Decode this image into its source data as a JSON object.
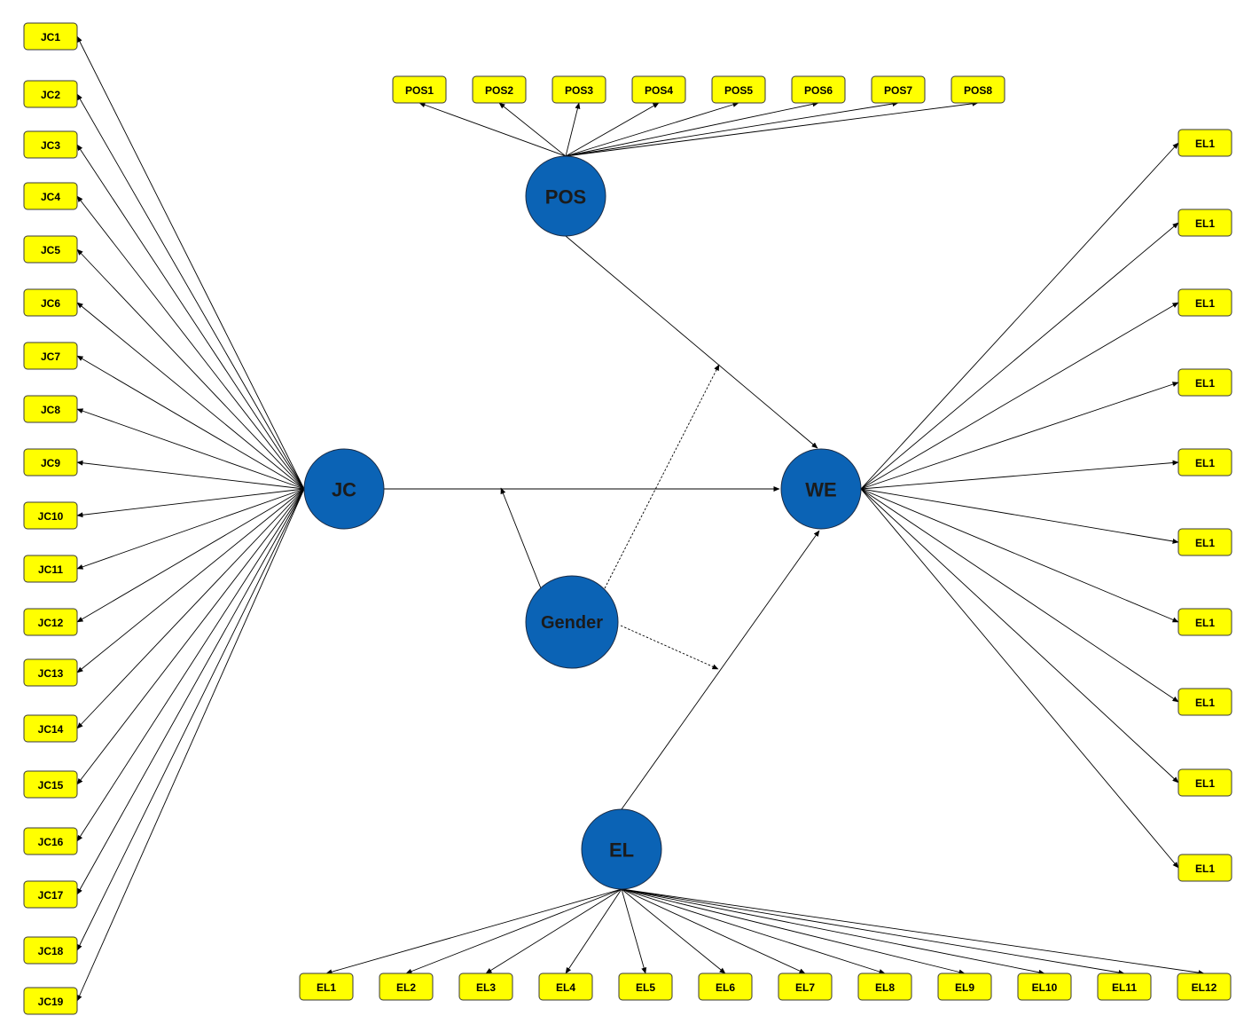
{
  "latents": {
    "jc": "JC",
    "pos": "POS",
    "we": "WE",
    "gender": "Gender",
    "el": "EL"
  },
  "jc_indicators": [
    "JC1",
    "JC2",
    "JC3",
    "JC4",
    "JC5",
    "JC6",
    "JC7",
    "JC8",
    "JC9",
    "JC10",
    "JC11",
    "JC12",
    "JC13",
    "JC14",
    "JC15",
    "JC16",
    "JC17",
    "JC18",
    "JC19"
  ],
  "pos_indicators": [
    "POS1",
    "POS2",
    "POS3",
    "POS4",
    "POS5",
    "POS6",
    "POS7",
    "POS8"
  ],
  "we_indicators": [
    "EL1",
    "EL1",
    "EL1",
    "EL1",
    "EL1",
    "EL1",
    "EL1",
    "EL1",
    "EL1",
    "EL1"
  ],
  "el_indicators": [
    "EL1",
    "EL2",
    "EL3",
    "EL4",
    "EL5",
    "EL6",
    "EL7",
    "EL8",
    "EL9",
    "EL10",
    "EL11",
    "EL12"
  ],
  "colors": {
    "indicator_fill": "#ffff00",
    "latent_fill": "#0b63b5",
    "edge": "#000000"
  }
}
